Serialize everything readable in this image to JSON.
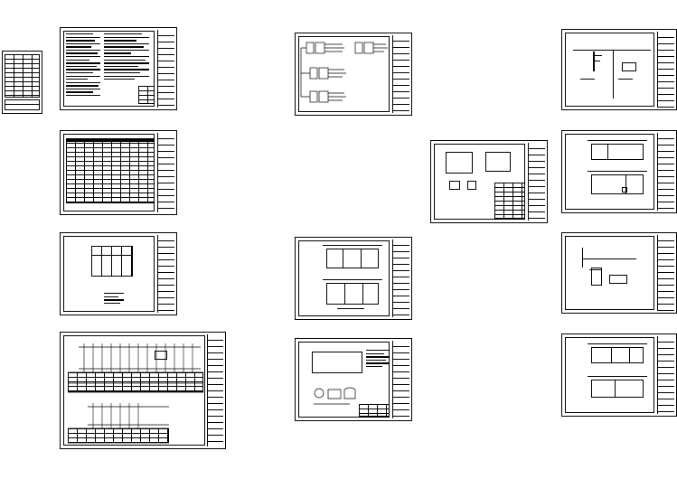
{
  "canvas": {
    "background": "#ffffff",
    "line_color": "#000000"
  },
  "sheets": [
    {
      "id": "drawing-list"
    },
    {
      "id": "design-notes"
    },
    {
      "id": "equipment-table"
    },
    {
      "id": "low-voltage-schematic"
    },
    {
      "id": "distribution-system-diagram"
    },
    {
      "id": "control-circuit-diagram"
    },
    {
      "id": "floor-plan-a"
    },
    {
      "id": "grounding-plan"
    },
    {
      "id": "equipment-layout-detail"
    },
    {
      "id": "elevation-detail"
    },
    {
      "id": "floor-plan-b"
    },
    {
      "id": "section-detail"
    },
    {
      "id": "floor-plan-c"
    }
  ]
}
